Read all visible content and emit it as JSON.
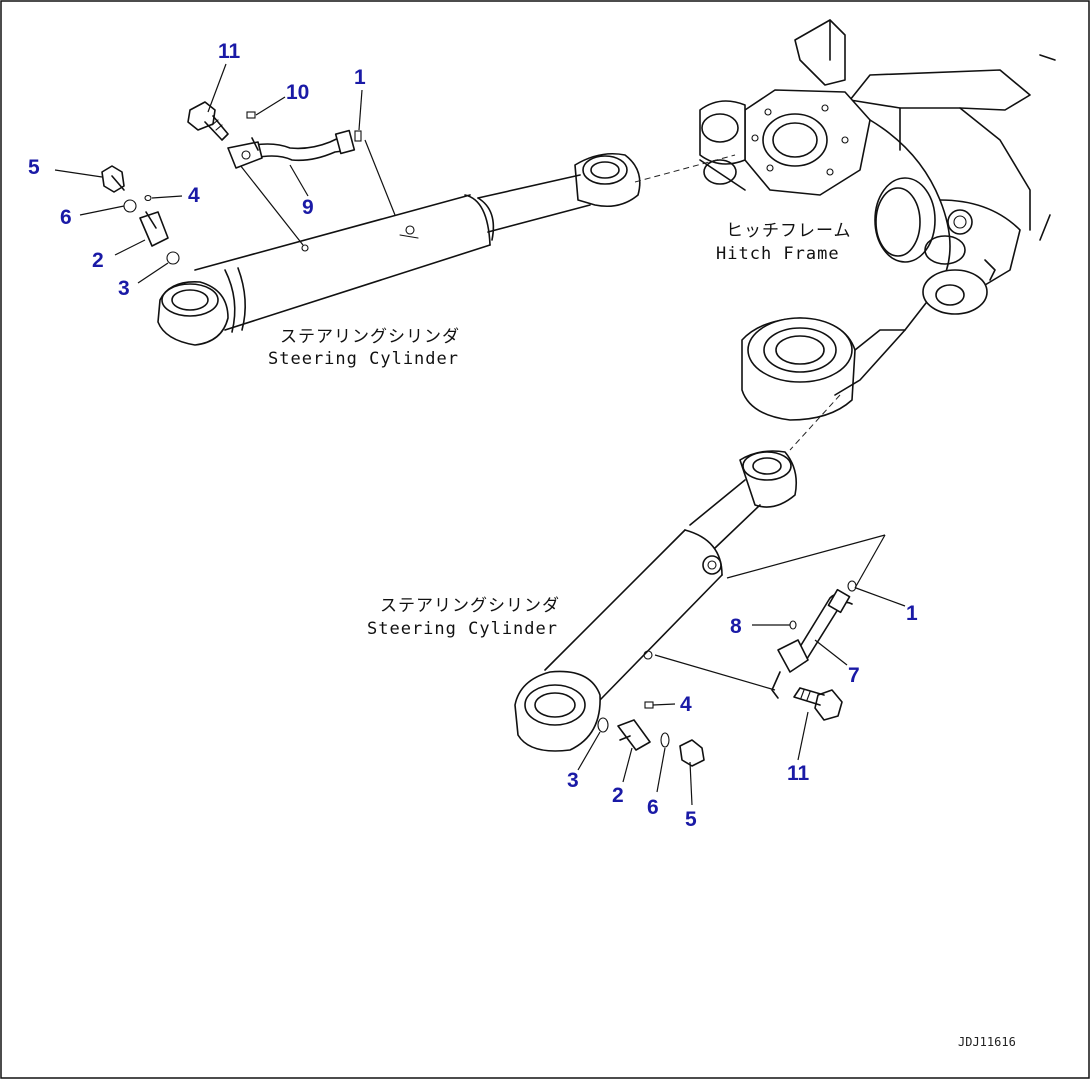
{
  "labels": {
    "hitch_frame_jp": "ヒッチフレーム",
    "hitch_frame_en": "Hitch Frame",
    "upper_cylinder_jp": "ステアリングシリンダ",
    "upper_cylinder_en": "Steering Cylinder",
    "lower_cylinder_jp": "ステアリングシリンダ",
    "lower_cylinder_en": "Steering Cylinder"
  },
  "callouts": {
    "upper_11": "11",
    "upper_10": "10",
    "upper_1": "1",
    "upper_5": "5",
    "upper_4": "4",
    "upper_6": "6",
    "upper_9": "9",
    "upper_2": "2",
    "upper_3": "3",
    "lower_1": "1",
    "lower_8": "8",
    "lower_7": "7",
    "lower_4": "4",
    "lower_11": "11",
    "lower_3": "3",
    "lower_2": "2",
    "lower_6": "6",
    "lower_5": "5"
  },
  "drawing_code": "JDJ11616",
  "colors": {
    "callout": "#1a1aa6",
    "line": "#111111",
    "background": "#ffffff"
  }
}
